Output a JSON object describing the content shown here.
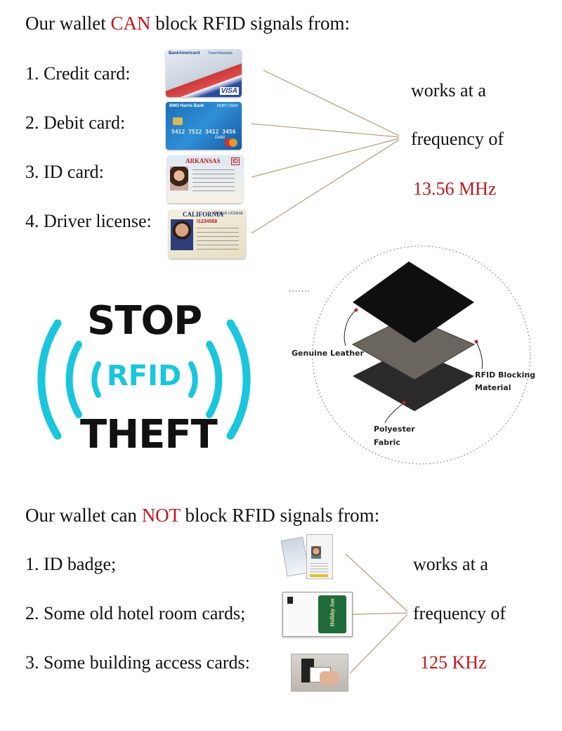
{
  "top": {
    "heading_pre": "Our wallet ",
    "heading_emph": "CAN",
    "heading_post": " block RFID signals from:",
    "items": [
      "1. Credit card:",
      "2. Debit card:",
      "3. ID card:",
      "4. Driver license:"
    ],
    "side_line1": "works at a",
    "side_line2": "frequency of",
    "frequency": "13.56 MHz",
    "cards": {
      "credit_brand": "BankAmericard",
      "credit_sub": "Travel Rewards",
      "credit_network": "VISA",
      "debit_bank": "BMO Harris Bank",
      "debit_type": "DEBIT CARD",
      "debit_number": "5412 7512 3412 3456",
      "debit_label": "Debit",
      "id_state": "ARKANSAS",
      "id_flag": "ID",
      "license_state": "CALIFORNIA",
      "license_type": "DRIVER LICENSE",
      "license_number": "I1234568"
    }
  },
  "stop": {
    "line1": "STOP",
    "line2": "RFID",
    "line3": "THEFT"
  },
  "layers": {
    "leather": "Genuine Leather",
    "blocking_1": "RFID Blocking",
    "blocking_2": "Material",
    "polyester_1": "Polyester",
    "polyester_2": "Fabric"
  },
  "bottom": {
    "heading_pre": "Our wallet can ",
    "heading_emph": "NOT",
    "heading_post": " block RFID signals from:",
    "items": [
      "1. ID badge;",
      "2. Some old hotel room cards;",
      "3. Some building access cards:"
    ],
    "side_line1": "works at a",
    "side_line2": "frequency of",
    "frequency": "125 KHz",
    "hotel_brand": "Holiday Inn"
  },
  "colors": {
    "emphasis": "#c0161b",
    "rfid_cyan": "#19c6dd",
    "connector": "#b89a7a"
  }
}
